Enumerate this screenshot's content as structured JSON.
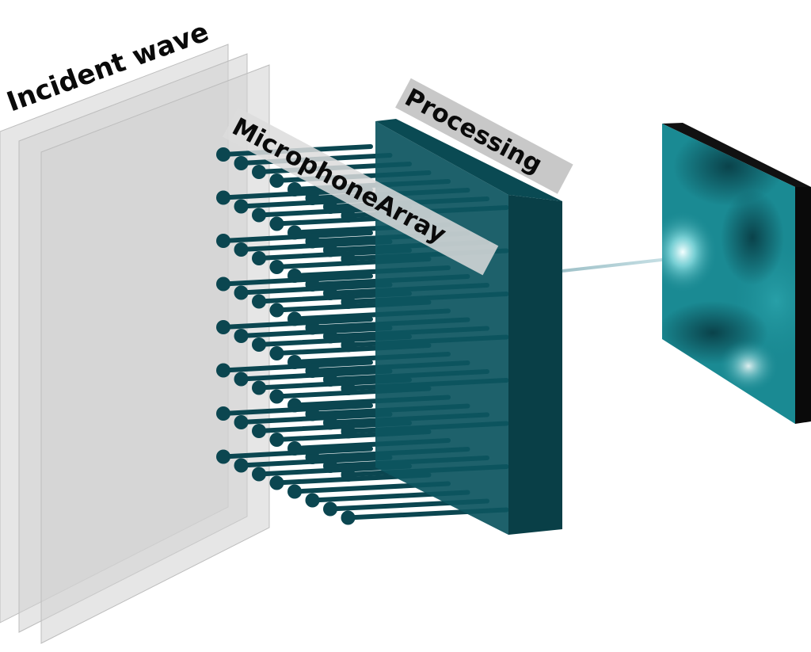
{
  "labels": {
    "incident_wave": "Incident wave",
    "microphone_array": "MicrophoneArray",
    "processing": "Processing"
  },
  "colors": {
    "wave_plane": "#d2d2d2",
    "wave_plane_edge": "#bdbdbd",
    "mic": "#0b4650",
    "processing_front": "#0d5560",
    "processing_side": "#093f47",
    "label_band": "#c8c8c8",
    "beam": "#a9c8cf",
    "output_dark": "#0a3c46",
    "output_mid": "#1a8a93",
    "output_bright": "#f2ffff"
  },
  "structure": {
    "wave_planes": 3,
    "mic_rows": 8,
    "mics_per_row": 8
  }
}
